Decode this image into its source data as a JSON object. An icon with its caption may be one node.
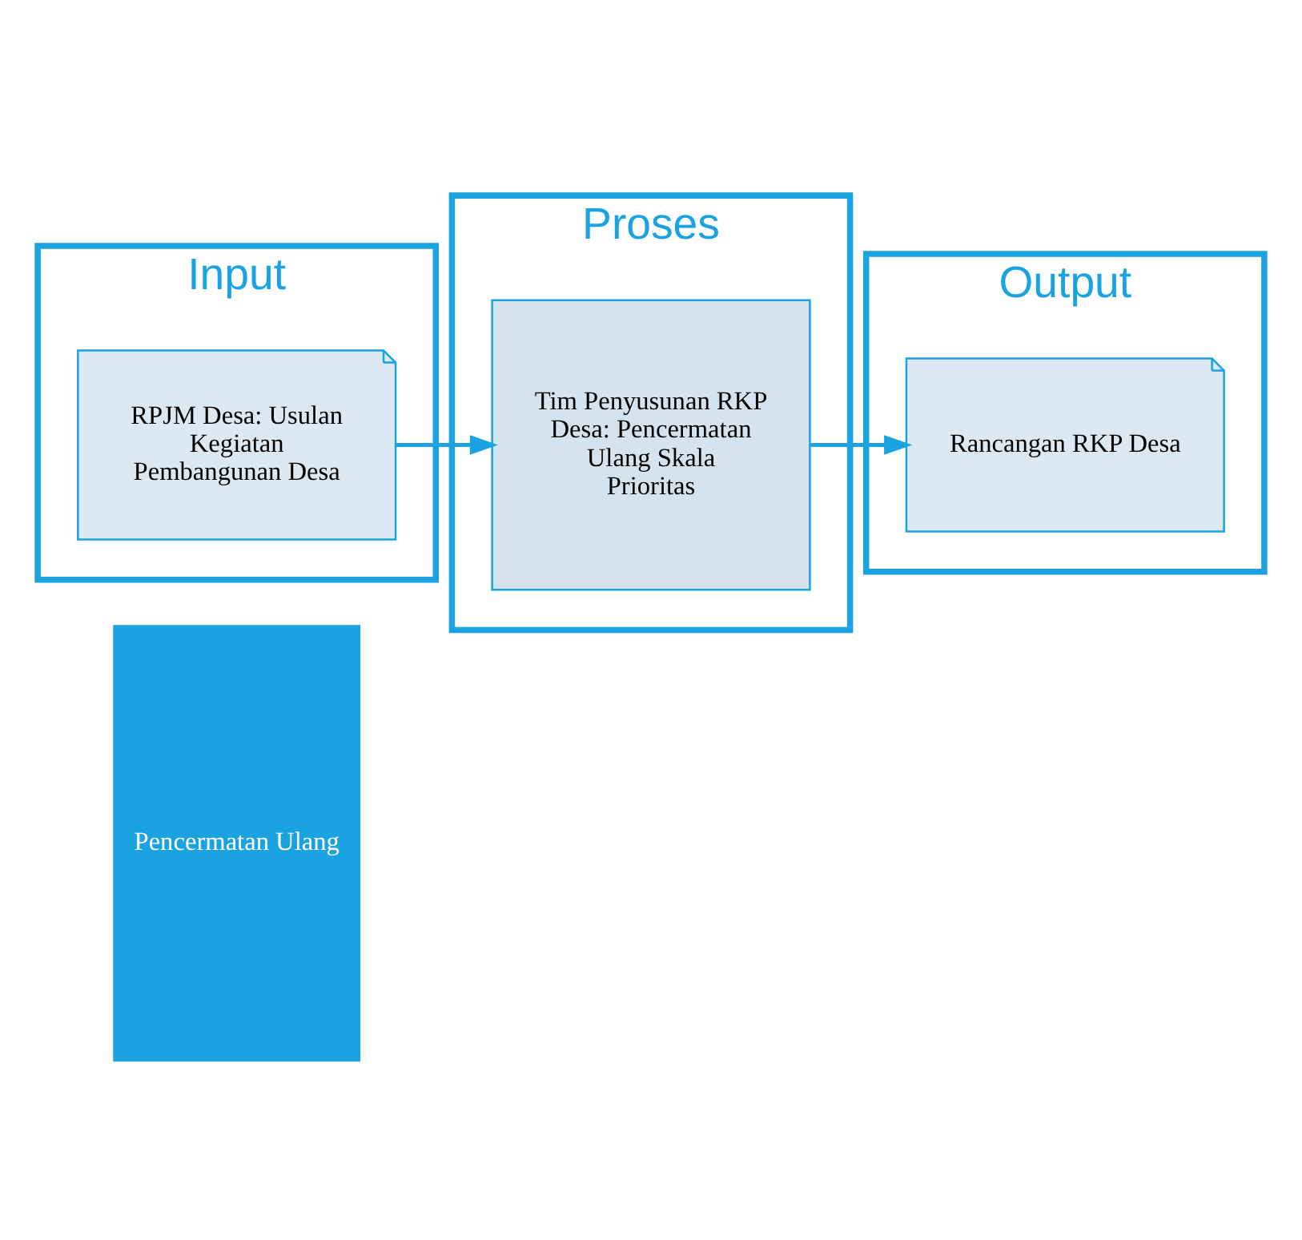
{
  "diagram": {
    "nodes": [
      {
        "text": [
          "Pencermatan Ulang"
        ]
      },
      {
        "text": [
          "Input"
        ]
      },
      {
        "text": [
          "Proses"
        ]
      },
      {
        "text": [
          "Output"
        ]
      },
      {
        "text": [
          "RPJM Desa: Usulan Kegiatan Pembangunan Desa"
        ],
        "in": 1
      },
      {
        "text": [
          "Tim Penyusunan RKP Desa: Pencermatan Ulang Skala Prioritas"
        ],
        "in": 2
      },
      {
        "text": [
          "Rancangan RKP Desa"
        ],
        "in": 3
      }
    ],
    "edges": [
      {
        "from": 4,
        "to": 5,
        "arrow": "to"
      },
      {
        "from": 5,
        "to": 6,
        "arrow": "to"
      }
    ]
  }
}
